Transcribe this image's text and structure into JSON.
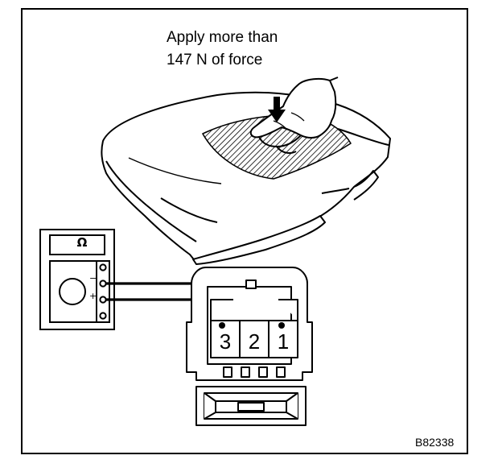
{
  "instruction": {
    "line1": "Apply more than",
    "line2": "147 N of force"
  },
  "figure_id": "B82338",
  "tester": {
    "display_symbol": "Ω",
    "terminal_negative": "−",
    "terminal_positive": "+"
  },
  "connector": {
    "pins": [
      "3",
      "2",
      "1"
    ]
  }
}
